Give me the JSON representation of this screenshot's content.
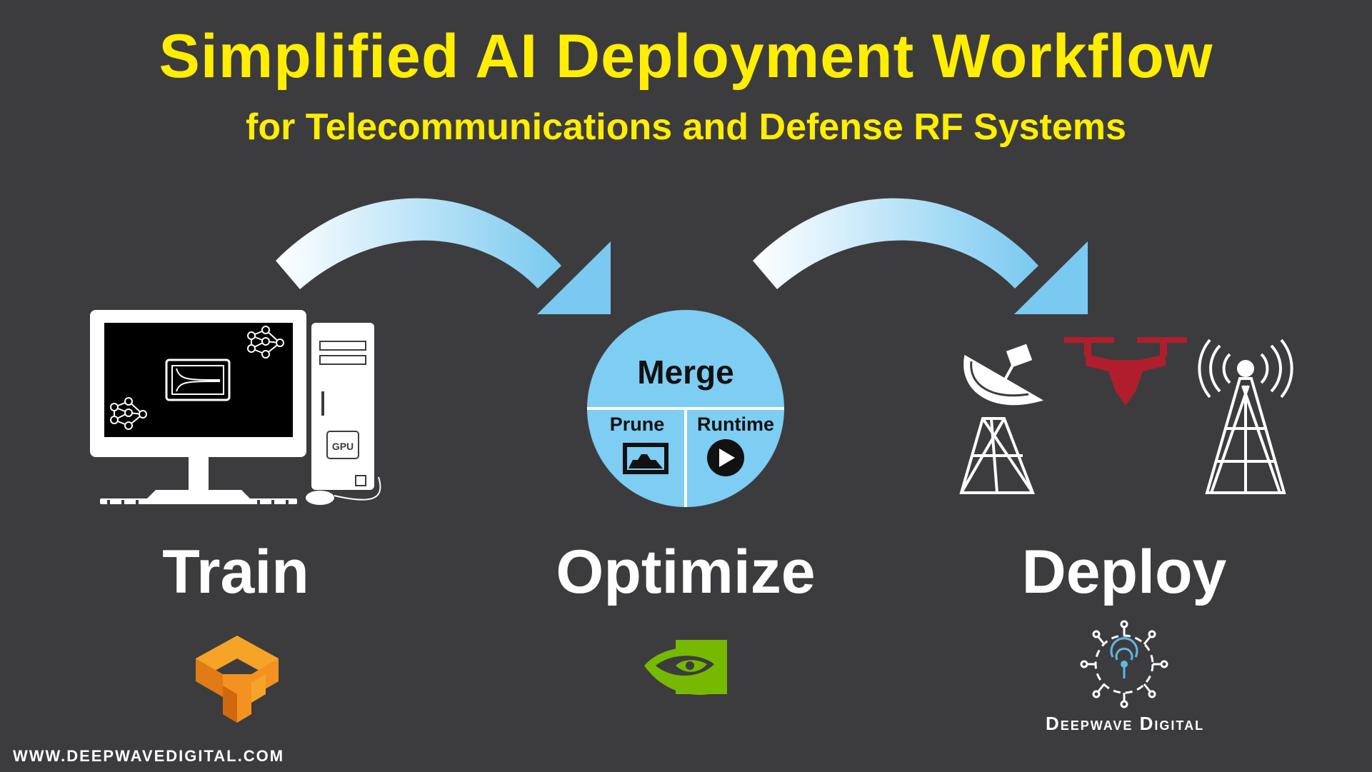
{
  "header": {
    "title": "Simplified AI Deployment Workflow",
    "subtitle": "for Telecommunications and Defense RF Systems"
  },
  "stages": {
    "train": {
      "label": "Train",
      "icon": "desktop-computer-icon",
      "logo": "tensorflow-logo"
    },
    "optimize": {
      "label": "Optimize",
      "logo": "nvidia-logo",
      "circle": {
        "top_label": "Merge",
        "left_label": "Prune",
        "right_label": "Runtime"
      }
    },
    "deploy": {
      "label": "Deploy",
      "icons": [
        "satellite-dish-tower-icon",
        "drone-icon",
        "radio-tower-icon"
      ]
    }
  },
  "computer": {
    "gpu_label": "GPU"
  },
  "brand": {
    "name": "Deepwave Digital"
  },
  "footer": {
    "url": "WWW.DEEPWAVEDIGITAL.COM"
  },
  "colors": {
    "background": "#3c3c3e",
    "title": "#ffee00",
    "circle": "#7ecdf2",
    "arrow": "#a8dcf5",
    "drone": "#b01e2d",
    "tensorflow": "#f39220",
    "nvidia": "#76b900"
  }
}
